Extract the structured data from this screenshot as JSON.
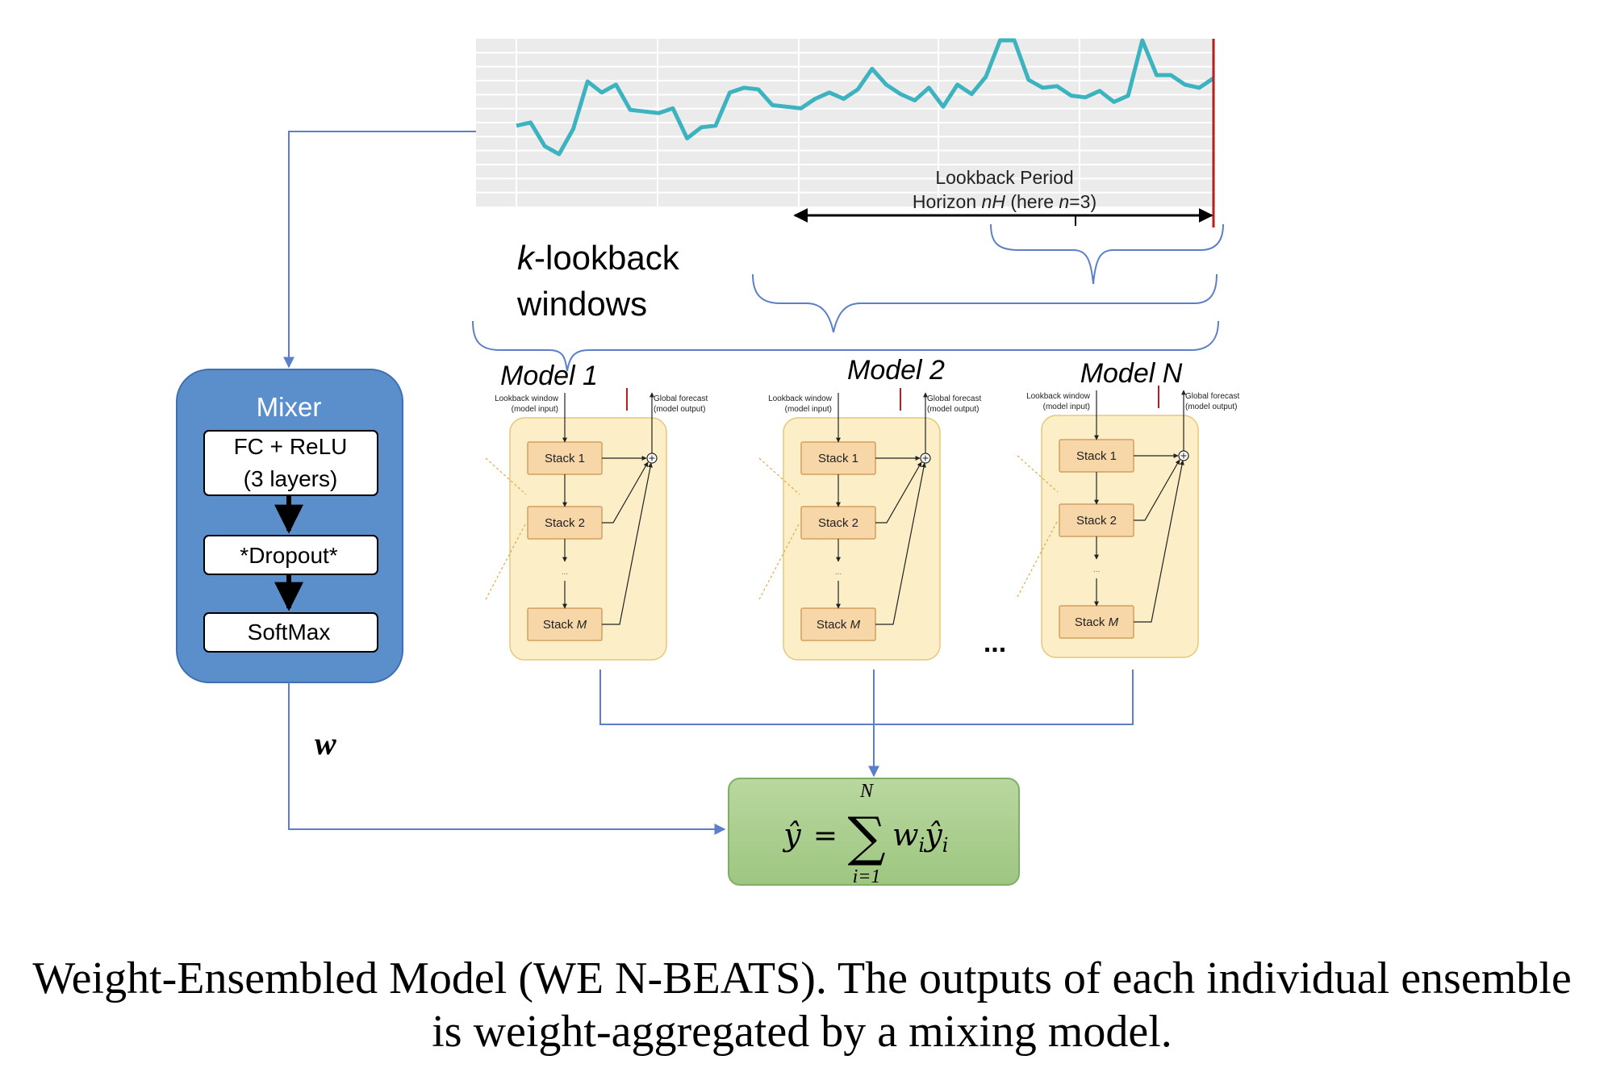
{
  "chart": {
    "lookback_period": "Lookback Period",
    "horizon_prefix": "Horizon ",
    "horizon_nh": "nH",
    "horizon_mid": " (here ",
    "horizon_n": "n",
    "horizon_suffix": "=3)",
    "series_values": [
      46,
      48,
      33,
      28,
      44,
      74,
      67,
      72,
      56,
      55,
      54,
      57,
      38,
      45,
      46,
      67,
      70,
      69,
      59,
      58,
      57,
      63,
      67,
      63,
      69,
      82,
      72,
      66,
      62,
      70,
      58,
      72,
      66,
      77,
      100,
      100,
      75,
      70,
      71,
      65,
      64,
      68,
      61,
      65,
      100,
      78,
      78,
      72,
      70,
      76
    ],
    "colors": {
      "series": "#3db3c0",
      "grid_bg": "#ebebeb",
      "end_marker": "#b22222",
      "bracket": "#5b7fc8"
    }
  },
  "k_lookback": {
    "k": "k",
    "rest": "-lookback",
    "line2": "windows"
  },
  "mixer": {
    "title": "Mixer",
    "fc_line1": "FC + ReLU",
    "fc_line2": "(3 layers)",
    "dropout": "*Dropout*",
    "softmax": "SoftMax",
    "weight_label": "w"
  },
  "models": [
    {
      "label": "Model 1",
      "input_line1": "Lookback window",
      "input_line2": "(model input)",
      "output_line1": "Global forecast",
      "output_line2": "(model output)",
      "stack1": "Stack 1",
      "stack2": "Stack 2",
      "stackM": "Stack ",
      "stackM_italic": "M",
      "dots": "..."
    },
    {
      "label": "Model 2",
      "input_line1": "Lookback window",
      "input_line2": "(model input)",
      "output_line1": "Global forecast",
      "output_line2": "(model output)",
      "stack1": "Stack 1",
      "stack2": "Stack 2",
      "stackM": "Stack ",
      "stackM_italic": "M",
      "dots": "..."
    },
    {
      "label": "Model N",
      "input_line1": "Lookback window",
      "input_line2": "(model input)",
      "output_line1": "Global forecast",
      "output_line2": "(model output)",
      "stack1": "Stack 1",
      "stack2": "Stack 2",
      "stackM": "Stack ",
      "stackM_italic": "M",
      "dots": "..."
    }
  ],
  "ellipsis": "...",
  "formula": {
    "yhat": "ŷ",
    "equals": "=",
    "sigma": "∑",
    "upper": "N",
    "lower": "i=1",
    "term_w": "w",
    "term_wi": "i",
    "term_y": "ŷ",
    "term_yi": "i"
  },
  "caption": {
    "line1": "Weight-Ensembled Model (WE N-BEATS). The outputs of each individual ensemble",
    "line2": "is weight-aggregated by a mixing model."
  },
  "colors": {
    "connector": "#5b7fc8",
    "mixer_fill": "#5b8fcc",
    "mixer_stroke": "#3f6fb0",
    "model_fill": "#fcefc8",
    "model_stroke": "#e6c67a",
    "stack_fill": "#f7d6a8",
    "stack_stroke": "#d1a060",
    "formula_fill": "#a9cf8f",
    "formula_stroke": "#82ad64"
  }
}
